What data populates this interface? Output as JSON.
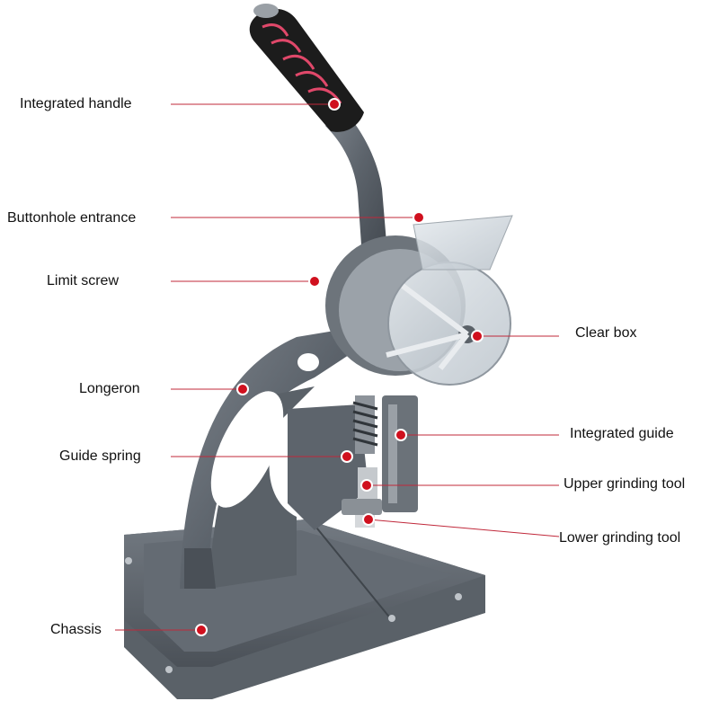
{
  "accent_color": "#d0101e",
  "callouts": [
    {
      "id": "integrated-handle",
      "label": "Integrated handle"
    },
    {
      "id": "buttonhole-entrance",
      "label": "Buttonhole entrance"
    },
    {
      "id": "limit-screw",
      "label": "Limit screw"
    },
    {
      "id": "clear-box",
      "label": "Clear box"
    },
    {
      "id": "longeron",
      "label": "Longeron"
    },
    {
      "id": "integrated-guide",
      "label": "Integrated guide"
    },
    {
      "id": "guide-spring",
      "label": "Guide spring"
    },
    {
      "id": "upper-grinding-tool",
      "label": "Upper grinding tool"
    },
    {
      "id": "lower-grinding-tool",
      "label": "Lower grinding tool"
    },
    {
      "id": "chassis",
      "label": "Chassis"
    }
  ]
}
